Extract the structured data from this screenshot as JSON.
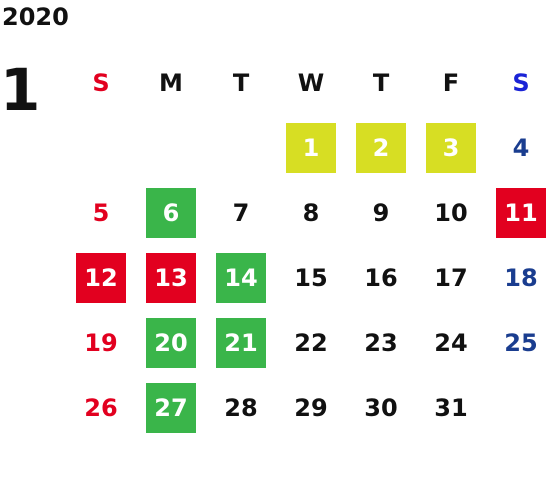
{
  "year": "2020",
  "month": "1",
  "colors": {
    "sunday_header": "#e2001f",
    "saturday_header": "#1a23d6",
    "sunday_date": "#e2001f",
    "saturday_date": "#1a3d8f",
    "weekday_date": "#111111",
    "yellow_fill": "#d7de23",
    "green_fill": "#3ab54a",
    "red_fill": "#e2001f"
  },
  "days_of_week": [
    "S",
    "M",
    "T",
    "W",
    "T",
    "F",
    "S"
  ],
  "weeks": [
    [
      {
        "day": ""
      },
      {
        "day": ""
      },
      {
        "day": ""
      },
      {
        "day": "1",
        "fill": "#d7de23"
      },
      {
        "day": "2",
        "fill": "#d7de23"
      },
      {
        "day": "3",
        "fill": "#d7de23"
      },
      {
        "day": "4"
      }
    ],
    [
      {
        "day": "5"
      },
      {
        "day": "6",
        "fill": "#3ab54a"
      },
      {
        "day": "7"
      },
      {
        "day": "8"
      },
      {
        "day": "9"
      },
      {
        "day": "10"
      },
      {
        "day": "11",
        "fill": "#e2001f"
      }
    ],
    [
      {
        "day": "12",
        "fill": "#e2001f"
      },
      {
        "day": "13",
        "fill": "#e2001f"
      },
      {
        "day": "14",
        "fill": "#3ab54a"
      },
      {
        "day": "15"
      },
      {
        "day": "16"
      },
      {
        "day": "17"
      },
      {
        "day": "18"
      }
    ],
    [
      {
        "day": "19"
      },
      {
        "day": "20",
        "fill": "#3ab54a"
      },
      {
        "day": "21",
        "fill": "#3ab54a"
      },
      {
        "day": "22"
      },
      {
        "day": "23"
      },
      {
        "day": "24"
      },
      {
        "day": "25"
      }
    ],
    [
      {
        "day": "26"
      },
      {
        "day": "27",
        "fill": "#3ab54a"
      },
      {
        "day": "28"
      },
      {
        "day": "29"
      },
      {
        "day": "30"
      },
      {
        "day": "31"
      },
      {
        "day": ""
      }
    ]
  ]
}
